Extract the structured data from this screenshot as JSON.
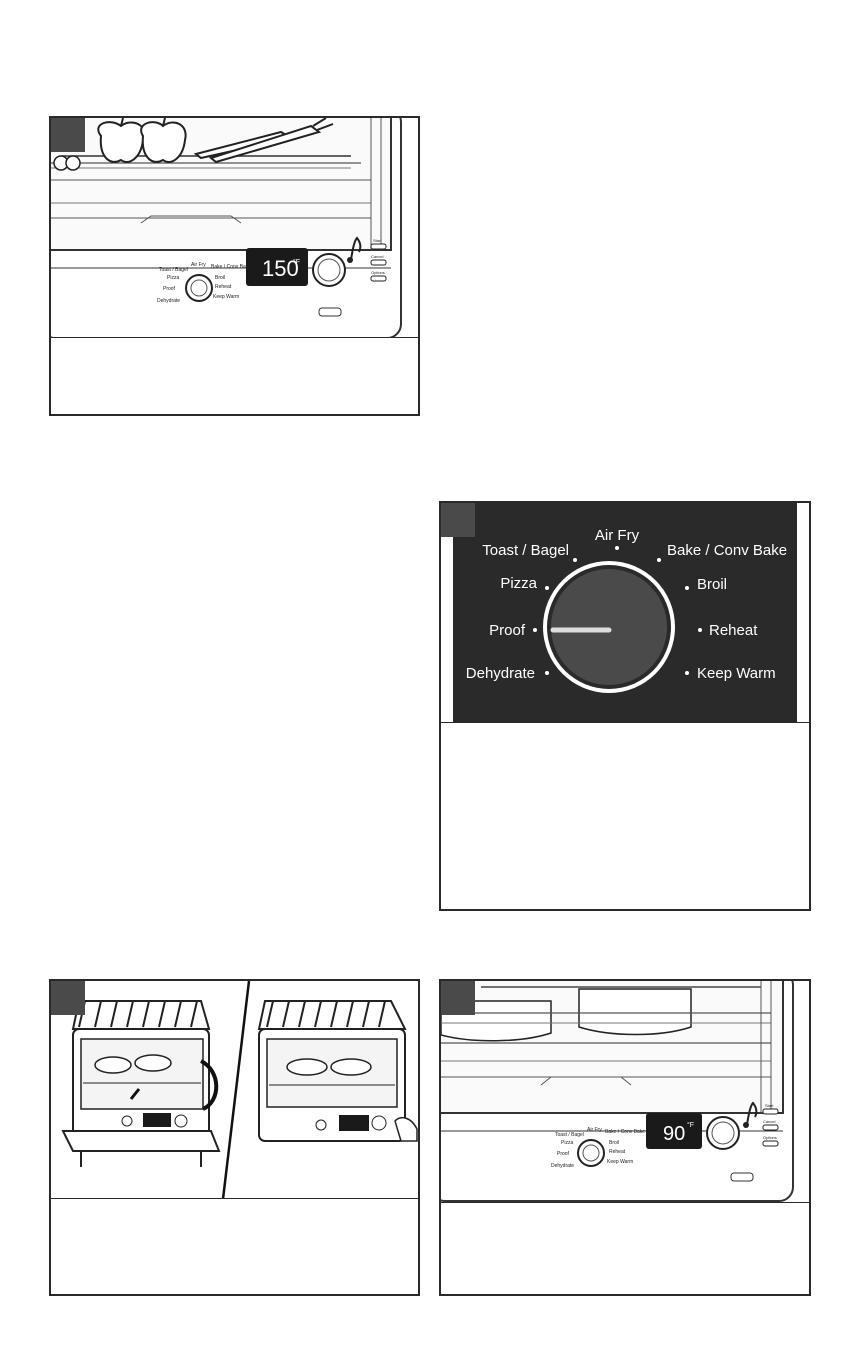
{
  "panels": {
    "p1": {
      "display_value": "150",
      "display_unit": "°F",
      "dial_labels": [
        "Toast / Bagel",
        "Air Fry",
        "Bake / Conv Bake",
        "Pizza",
        "Broil",
        "Proof",
        "Reheat",
        "Dehydrate",
        "Keep Warm"
      ],
      "buttons": [
        "Start",
        "Cancel",
        "Options"
      ]
    },
    "p2": {
      "labels": {
        "air_fry": "Air Fry",
        "toast_bagel": "Toast / Bagel",
        "bake": "Bake / Conv Bake",
        "pizza": "Pizza",
        "broil": "Broil",
        "proof": "Proof",
        "reheat": "Reheat",
        "dehydrate": "Dehydrate",
        "keep_warm": "Keep Warm"
      }
    },
    "p3": {},
    "p4": {
      "display_value": "90",
      "display_unit": "°F",
      "dial_labels": [
        "Toast / Bagel",
        "Air Fry",
        "Bake / Conv Bake",
        "Pizza",
        "Broil",
        "Proof",
        "Reheat",
        "Dehydrate",
        "Keep Warm"
      ],
      "buttons": [
        "Start",
        "Cancel",
        "Options"
      ]
    }
  }
}
